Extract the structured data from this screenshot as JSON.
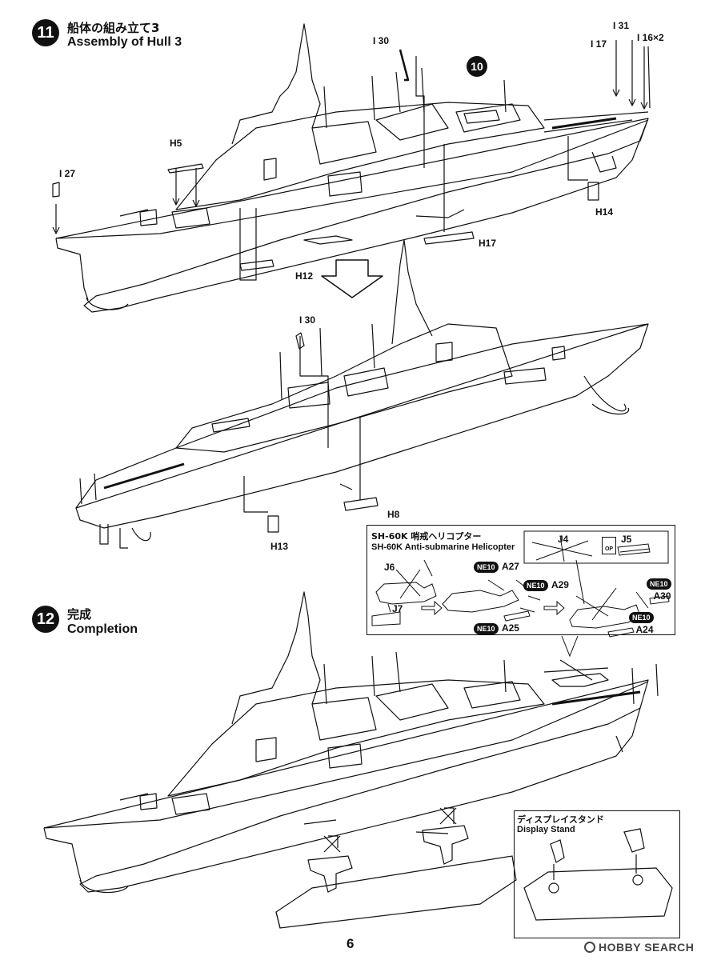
{
  "step11": {
    "number": "11",
    "title_jp": "船体の組み立て3",
    "title_en": "Assembly of Hull 3",
    "callout_step": "10",
    "parts": {
      "i30": "I 30",
      "i31": "I 31",
      "i17": "I 17",
      "i16": "I 16×2",
      "h5": "H5",
      "i27": "I 27",
      "h14": "H14",
      "h17": "H17",
      "h12": "H12"
    }
  },
  "rear_view": {
    "parts": {
      "i30": "I 30",
      "h8": "H8",
      "h13": "H13"
    }
  },
  "helicopter": {
    "title_jp": "SH-60K 哨戒ヘリコプター",
    "title_en": "SH-60K Anti-submarine Helicopter",
    "op_label": "OP",
    "ne_label": "NE10",
    "parts": {
      "j4": "J4",
      "j5": "J5",
      "j6": "J6",
      "j7": "J7",
      "a27": "A27",
      "a29": "A29",
      "a25": "A25",
      "a30": "A30",
      "a24": "A24"
    }
  },
  "step12": {
    "number": "12",
    "title_jp": "完成",
    "title_en": "Completion"
  },
  "display_stand": {
    "title_jp": "ディスプレイスタンド",
    "title_en": "Display Stand"
  },
  "page_number": "6",
  "watermark": "HOBBY SEARCH"
}
